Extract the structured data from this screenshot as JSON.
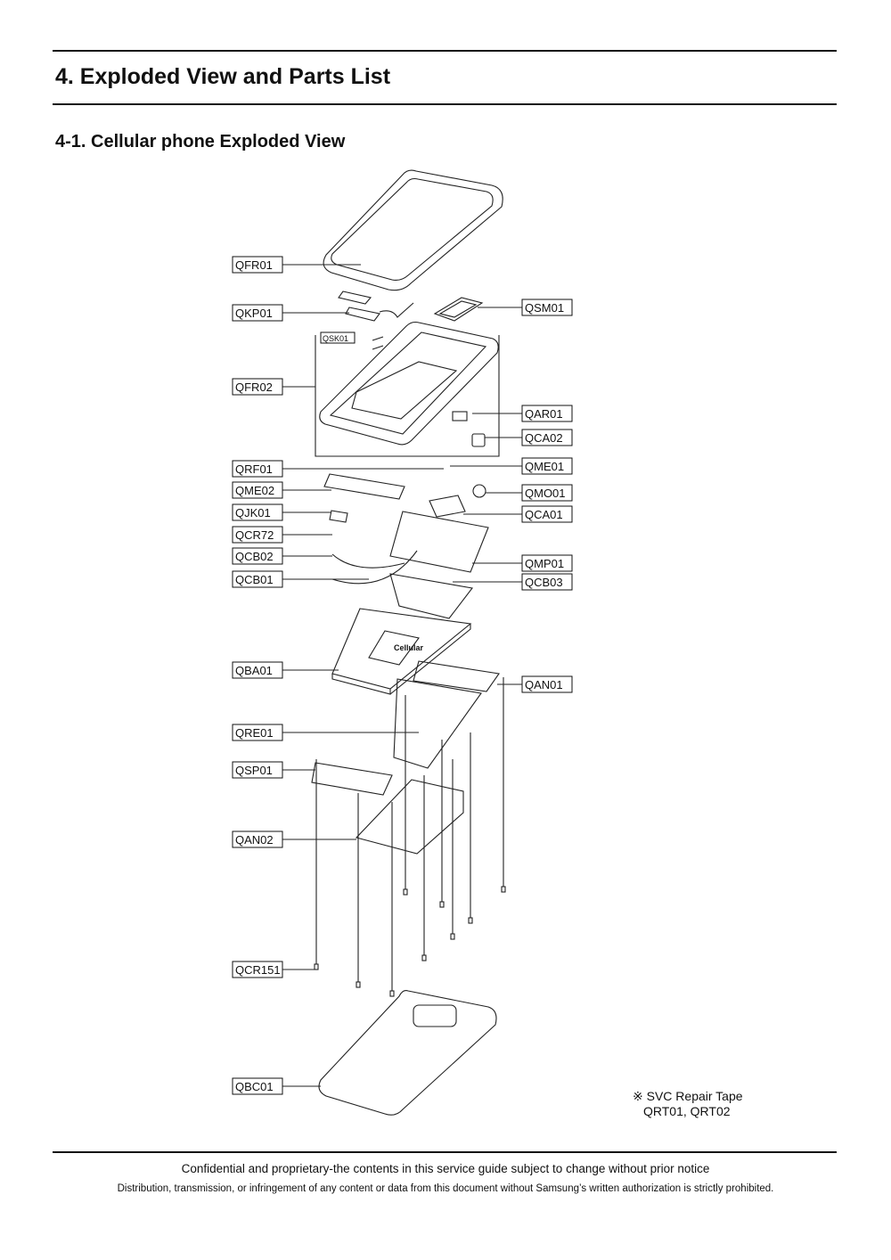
{
  "document": {
    "title": "4. Exploded View and Parts List",
    "section": "4-1. Cellular phone Exploded View"
  },
  "callouts_left": [
    "QFR01",
    "QKP01",
    "QSK01",
    "QFR02",
    "QRF01",
    "QME02",
    "QJK01",
    "QCR72",
    "QCB02",
    "QCB01",
    "QBA01",
    "QRE01",
    "QSP01",
    "QAN02",
    "QCR151",
    "QBC01"
  ],
  "callouts_right": [
    "QSM01",
    "QAR01",
    "QCA02",
    "QME01",
    "QMO01",
    "QCA01",
    "QMP01",
    "QCB03",
    "QAN01"
  ],
  "battery_print": "Cellular",
  "note": {
    "symbol": "※",
    "line1": "SVC Repair Tape",
    "line2": "QRT01, QRT02"
  },
  "footer": {
    "line1": "Confidential and proprietary-the contents in this service guide subject to change without prior notice",
    "line2": "Distribution, transmission, or infringement of any content or data from this document without Samsung’s written authorization is strictly prohibited."
  }
}
